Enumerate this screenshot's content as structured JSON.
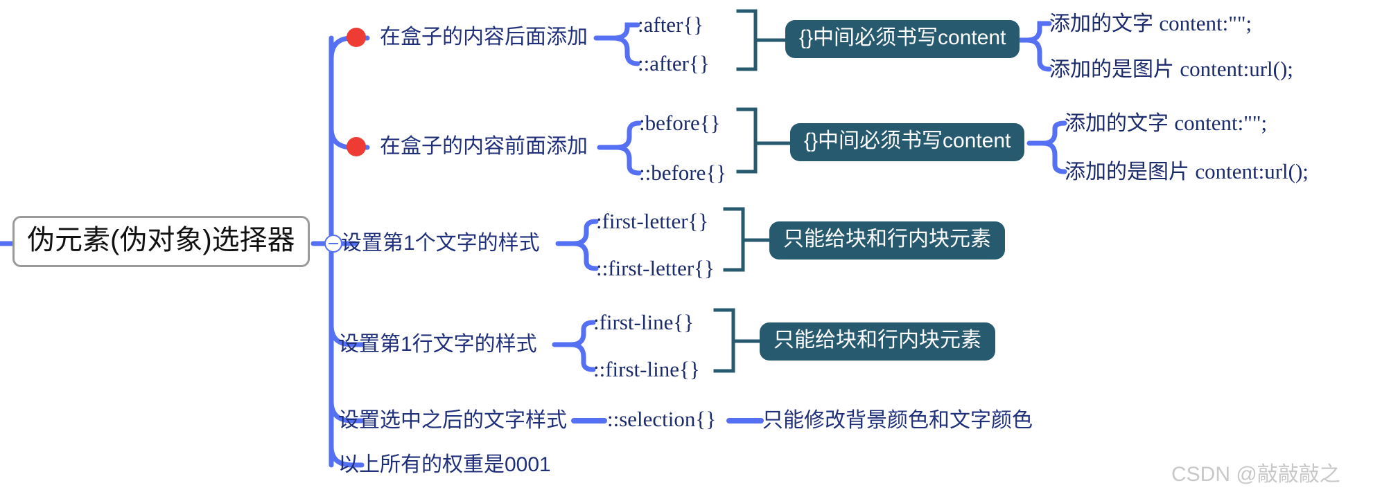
{
  "map": {
    "root": {
      "label": "伪元素(伪对象)选择器"
    },
    "branches": [
      {
        "id": "after",
        "label": "在盒子的内容后面添加",
        "marker": "red-dot",
        "children": [
          {
            "label": ":after{}"
          },
          {
            "label": "::after{}"
          }
        ],
        "badge": {
          "label": "{}中间必须书写content"
        },
        "leaves": [
          {
            "cjk": "添加的文字",
            "code": "content:\"\";"
          },
          {
            "cjk": "添加的是图片",
            "code": "content:url();"
          }
        ]
      },
      {
        "id": "before",
        "label": "在盒子的内容前面添加",
        "marker": "red-dot",
        "children": [
          {
            "label": ":before{}"
          },
          {
            "label": "::before{}"
          }
        ],
        "badge": {
          "label": "{}中间必须书写content"
        },
        "leaves": [
          {
            "cjk": "添加的文字",
            "code": "content:\"\";"
          },
          {
            "cjk": "添加的是图片",
            "code": "content:url();"
          }
        ]
      },
      {
        "id": "first-letter",
        "label": "设置第1个文字的样式",
        "marker": "toggle-collapse",
        "children": [
          {
            "label": ":first-letter{}"
          },
          {
            "label": "::first-letter{}"
          }
        ],
        "badge": {
          "label": "只能给块和行内块元素"
        },
        "leaves": []
      },
      {
        "id": "first-line",
        "label": "设置第1行文字的样式",
        "marker": "none",
        "children": [
          {
            "label": ":first-line{}"
          },
          {
            "label": "::first-line{}"
          }
        ],
        "badge": {
          "label": "只能给块和行内块元素"
        },
        "leaves": []
      },
      {
        "id": "selection",
        "label": "设置选中之后的文字样式",
        "marker": "none",
        "children": [
          {
            "label": "::selection{}"
          }
        ],
        "badge": null,
        "note": {
          "label": "只能修改背景颜色和文字颜色"
        },
        "leaves": []
      },
      {
        "id": "weight",
        "label": "以上所有的权重是0001",
        "marker": "none",
        "children": [],
        "badge": null,
        "leaves": []
      }
    ]
  },
  "watermark": {
    "label": "CSDN @敲敲敲之"
  },
  "colors": {
    "branch_line": "#5570f2",
    "sub_line": "#27596f",
    "badge_bg": "#27596f",
    "topic_text": "#1f2f7a",
    "code_text": "#1b2a6b",
    "marker_dot": "#ee3b33",
    "root_border": "#9a9a9a",
    "watermark": "#c8c8c8"
  }
}
